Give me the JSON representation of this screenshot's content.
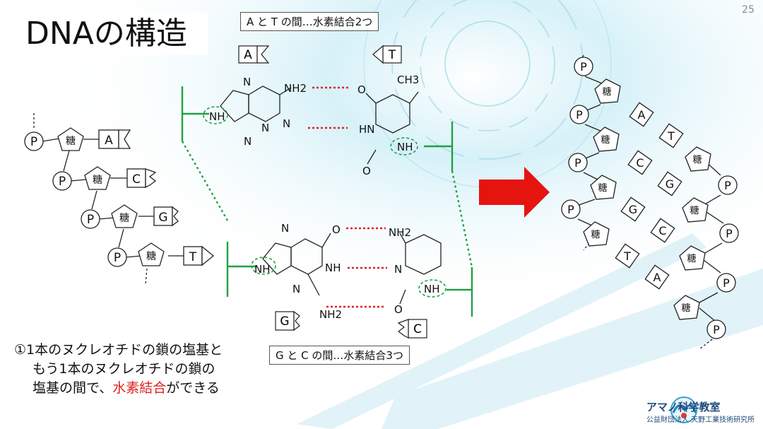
{
  "slide": {
    "title": "DNAの構造",
    "page_number": "25"
  },
  "notes": {
    "at_bond": "A と T の間…水素結合2つ",
    "gc_bond": "G と C の間…水素結合3つ"
  },
  "bullet": {
    "line1": "①1本のヌクレオチドの鎖の塩基と",
    "line2": "もう1本のヌクレオチドの鎖の",
    "line3_prefix": "塩基の間で、",
    "line3_highlight": "水素結合",
    "line3_suffix": "ができる"
  },
  "nucleotide_chain": {
    "phosphate_label": "P",
    "sugar_label": "糖",
    "bases": [
      "A",
      "C",
      "G",
      "T"
    ]
  },
  "molecules": {
    "adenine": {
      "base": "A",
      "labels": [
        "N",
        "N",
        "NH",
        "N",
        "N",
        "NH2"
      ]
    },
    "thymine": {
      "base": "T",
      "labels": [
        "O",
        "CH3",
        "HN",
        "O",
        "NH"
      ]
    },
    "guanine": {
      "base": "G",
      "labels": [
        "N",
        "O",
        "NH",
        "NH",
        "N",
        "NH2"
      ]
    },
    "cytosine": {
      "base": "C",
      "labels": [
        "NH2",
        "N",
        "NH",
        "O"
      ]
    }
  },
  "double_helix": {
    "phosphate_label": "P",
    "sugar_label": "糖",
    "pairs": [
      {
        "left": "A",
        "right": "T"
      },
      {
        "left": "C",
        "right": "G"
      },
      {
        "left": "G",
        "right": "C"
      },
      {
        "left": "T",
        "right": "A"
      }
    ]
  },
  "logo": {
    "name": "アマノ科学教室",
    "org": "公益財団法人 天野工業技術研究所"
  },
  "colors": {
    "backbone_green": "#22a045",
    "hbond_red": "#e02020",
    "arrow_red": "#e6140f",
    "highlight_red": "#e02020",
    "bg_teal": "#b8e2ee"
  }
}
